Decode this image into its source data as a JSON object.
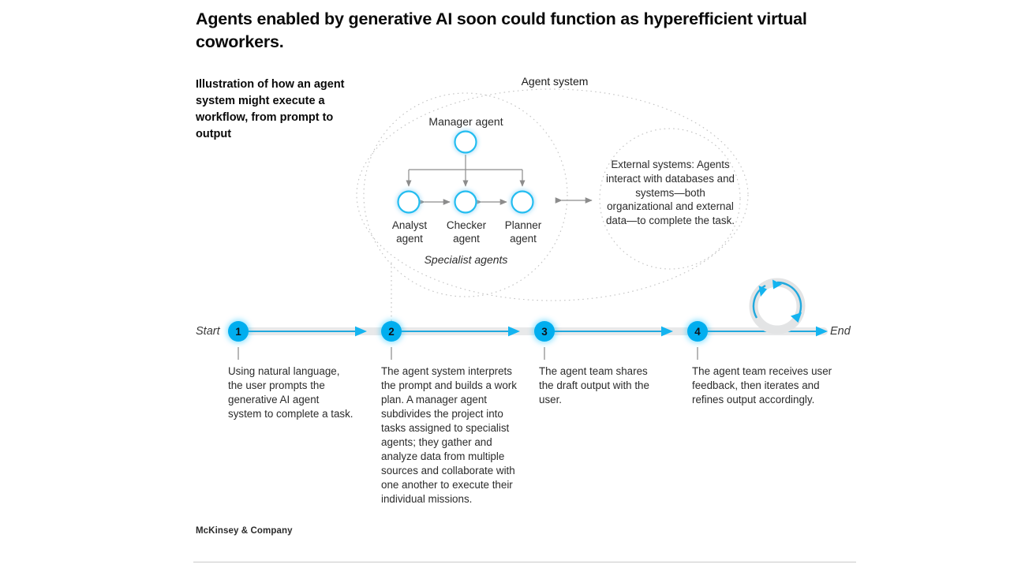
{
  "headline": "Agents enabled by generative AI soon could function as hyperefficient virtual coworkers.",
  "subhead": "Illustration of how an agent system might execute a workflow, from prompt to output",
  "diagram": {
    "system_title": "Agent system",
    "manager_label": "Manager agent",
    "specialist_caption": "Specialist agents",
    "specialists": [
      {
        "label": "Analyst\nagent",
        "name": "analyst-agent"
      },
      {
        "label": "Checker\nagent",
        "name": "checker-agent"
      },
      {
        "label": "Planner\nagent",
        "name": "planner-agent"
      }
    ],
    "analyst_label": "Analyst agent",
    "checker_label": "Checker agent",
    "planner_label": "Planner agent",
    "external_text": "External systems: Agents interact with databases and systems—both organizational and external data—to complete the task."
  },
  "timeline": {
    "start_label": "Start",
    "end_label": "End",
    "nodes": [
      {
        "number": "1",
        "caption": "Using natural language, the user prompts the generative AI agent system to complete a task."
      },
      {
        "number": "2",
        "caption": "The agent system interprets the prompt and builds a work plan. A manager agent subdivides the project into tasks assigned to specialist agents; they gather and analyze data from multiple sources and collaborate with one another to execute their individual missions."
      },
      {
        "number": "3",
        "caption": "The agent team shares the draft output with the user."
      },
      {
        "number": "4",
        "caption": "The agent team receives user feedback, then iterates and refines output accordingly."
      }
    ],
    "loop_icon": "refresh-loop-icon"
  },
  "footer": {
    "brand": "McKinsey & Company"
  },
  "colors": {
    "accent": "#00AEEF",
    "track": "#E6E7E8",
    "arrow_gray": "#8C8C8C",
    "dotted": "#BDBDBD",
    "text": "#2b2b2b"
  }
}
